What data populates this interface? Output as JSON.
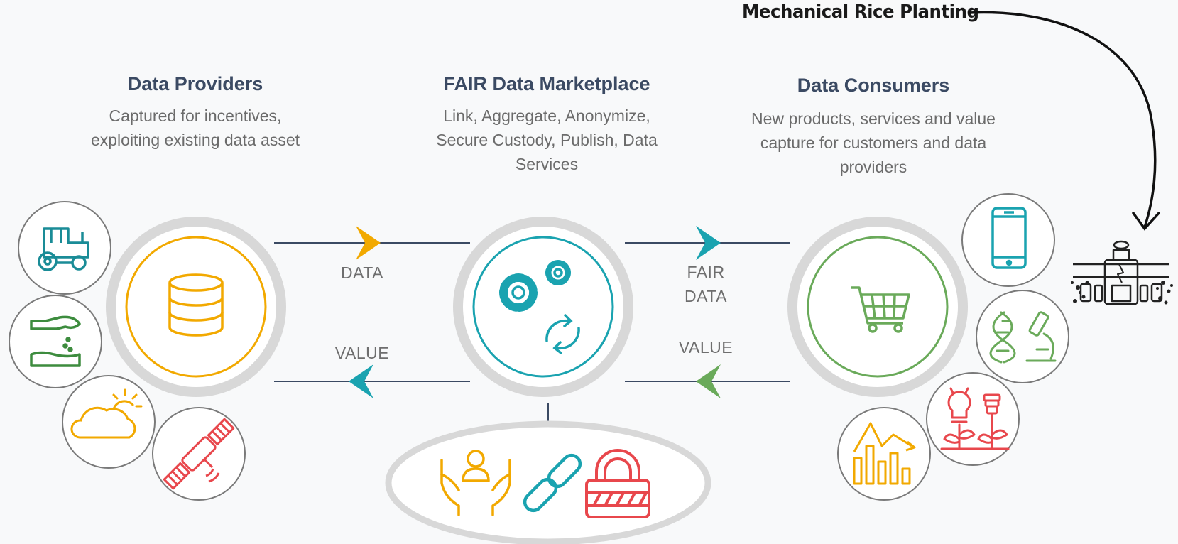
{
  "annotation": {
    "text": "Mechanical Rice Planting"
  },
  "columns": {
    "providers": {
      "title": "Data Providers",
      "description": [
        "Captured for incentives,",
        "exploiting existing data asset"
      ]
    },
    "marketplace": {
      "title": "FAIR Data Marketplace",
      "description": [
        "Link, Aggregate, Anonymize,",
        "Secure Custody, Publish, Data",
        "Services"
      ]
    },
    "consumers": {
      "title": "Data Consumers",
      "description": [
        "New products, services and value",
        "capture for customers and data",
        "providers"
      ]
    }
  },
  "flows": {
    "left_top": "DATA",
    "left_bottom": "VALUE",
    "right_top": [
      "FAIR",
      "DATA"
    ],
    "right_bottom": "VALUE"
  },
  "icons": {
    "providers_center": "database-icon",
    "marketplace_center": "gears-sync-icon",
    "consumers_center": "shopping-cart-icon",
    "provider_sources": [
      "tractor-icon",
      "hand-sowing-soil-icon",
      "weather-cloud-sun-icon",
      "satellite-icon"
    ],
    "consumer_outputs": [
      "smartphone-icon",
      "dna-microscope-icon",
      "bulb-plant-icon",
      "bar-chart-trend-icon"
    ],
    "marketplace_services": [
      "people-care-icon",
      "chain-link-icon",
      "padlock-icon"
    ],
    "machine": "rice-planting-machine-icon"
  },
  "colors": {
    "amber": "#f2a900",
    "teal": "#1aa3b0",
    "green": "#6aaa5a",
    "red": "#e8474c",
    "navy": "#3b4a63",
    "ring_grey": "#d8d8d8",
    "circle_grey": "#7a7a7a"
  }
}
